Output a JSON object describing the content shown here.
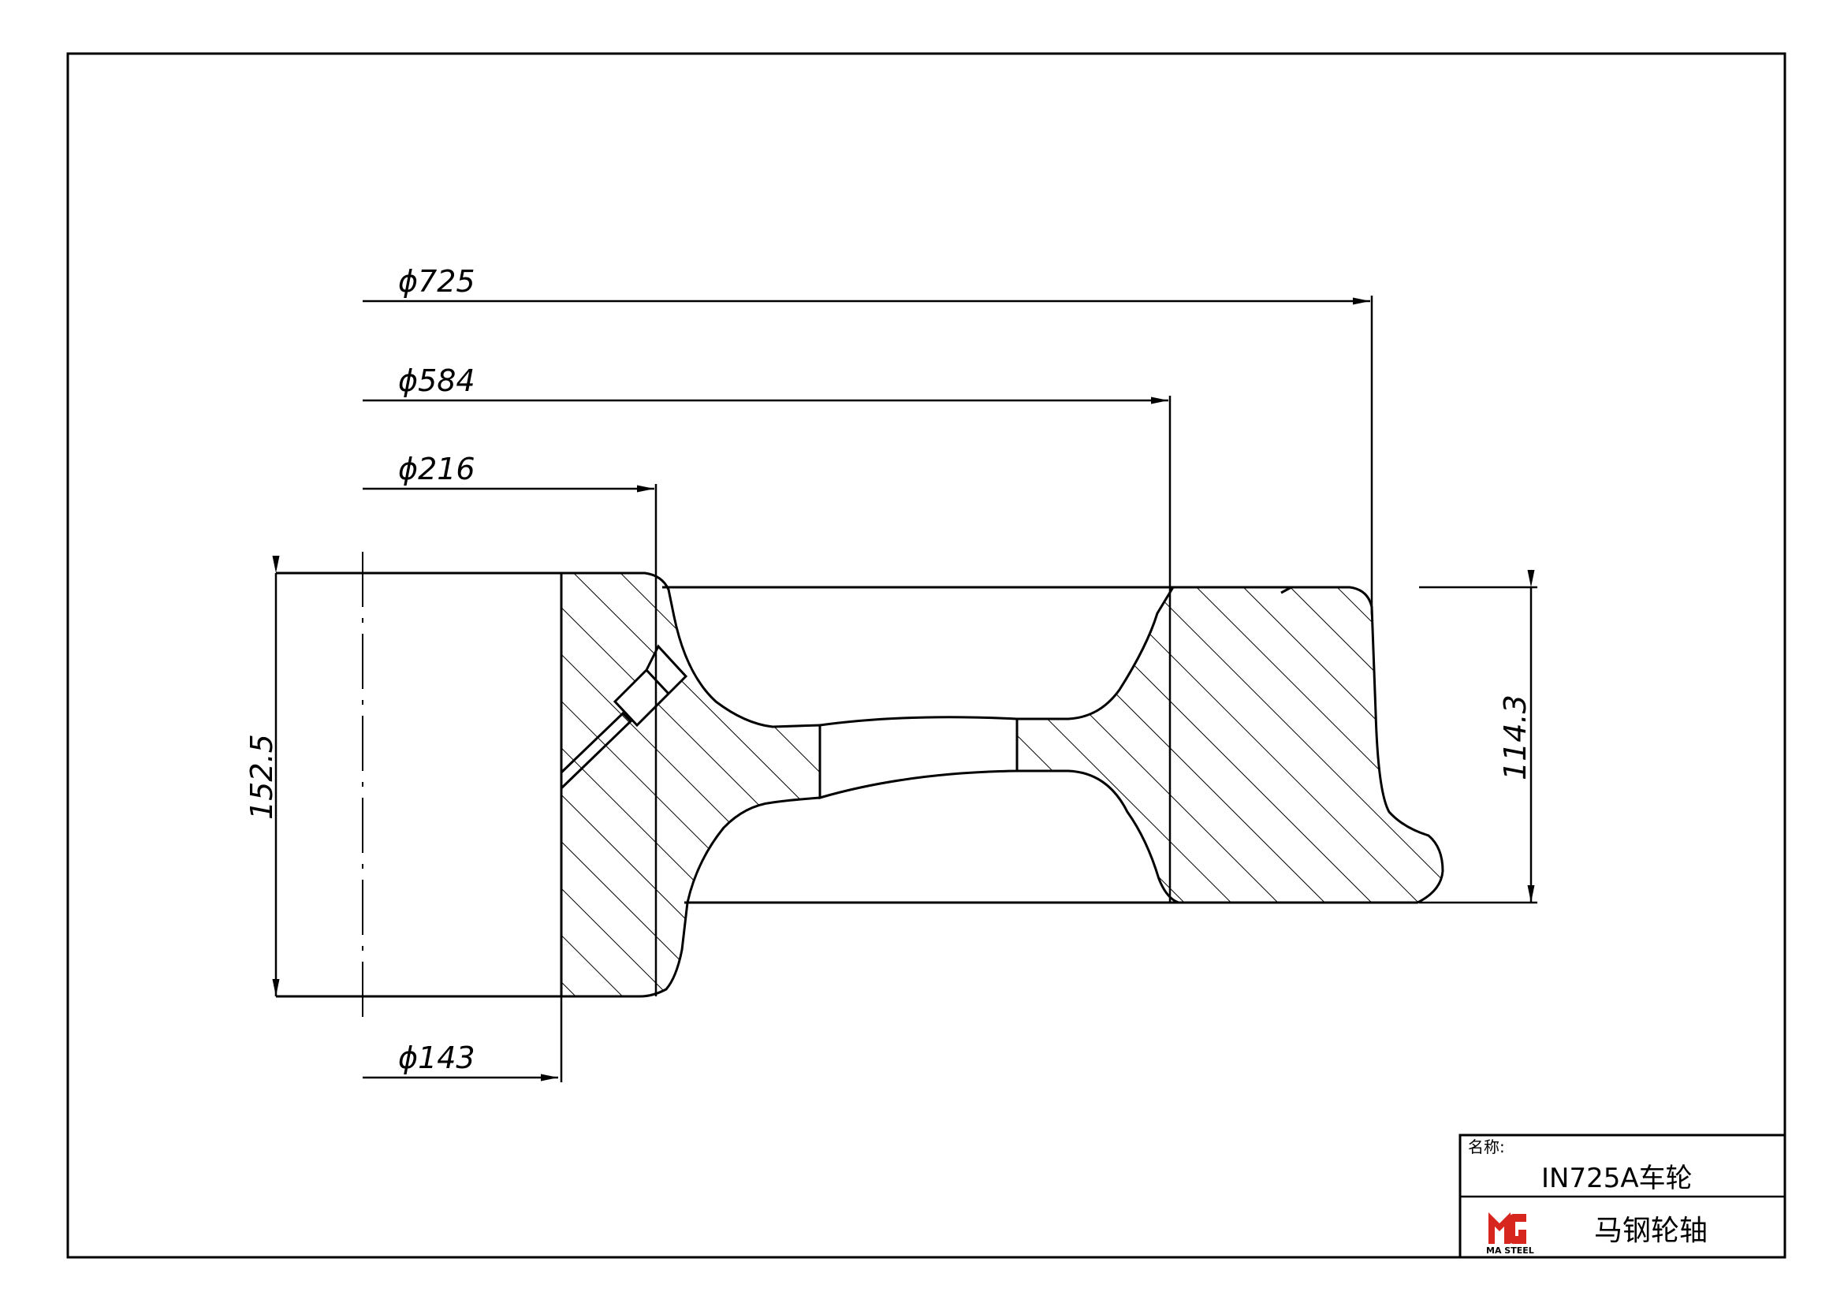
{
  "dimensions": {
    "d725": "ϕ725",
    "d584": "ϕ584",
    "d216": "ϕ216",
    "d143": "ϕ143",
    "hub_length": "152.5",
    "rim_width": "114.3"
  },
  "title_block": {
    "name_label": "名称:",
    "part_name": "IN725A车轮",
    "company": "马钢轮轴",
    "logo_text": "MA STEEL"
  },
  "colors": {
    "line": "#000000",
    "logo_red": "#d7261e"
  }
}
